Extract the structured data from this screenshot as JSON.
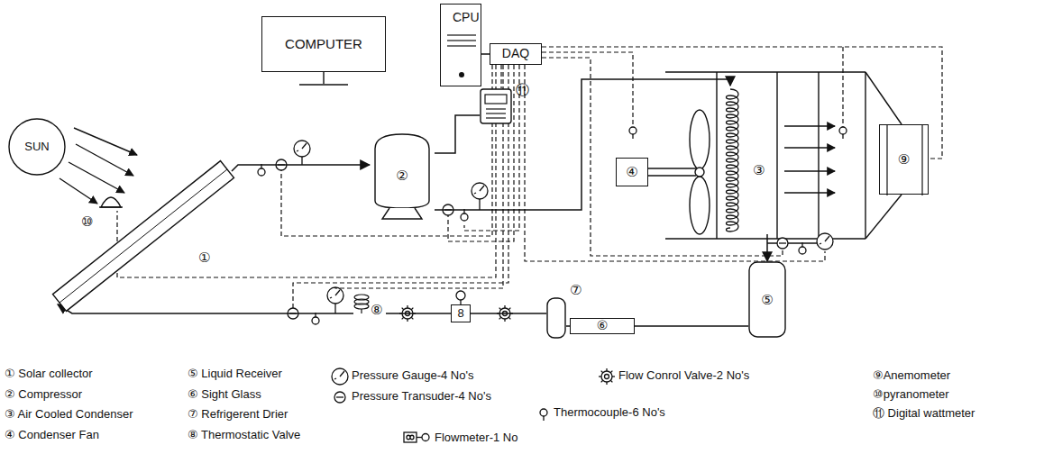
{
  "diagram": {
    "nodes": [
      {
        "text": [
          "SUN"
        ]
      },
      {
        "text": [
          "COMPUTER"
        ]
      },
      {
        "text": [
          "CPU"
        ]
      },
      {
        "text": [
          "DAQ"
        ]
      },
      {
        "text": [
          "①"
        ]
      },
      {
        "text": [
          "⑩"
        ]
      },
      {
        "text": [
          "②"
        ]
      },
      {
        "text": [
          "⑪"
        ]
      },
      {
        "text": [
          "③"
        ]
      },
      {
        "text": [
          "④"
        ]
      },
      {
        "text": [
          "⑨"
        ]
      },
      {
        "text": [
          "⑤"
        ]
      },
      {
        "text": [
          "⑥"
        ]
      },
      {
        "text": [
          "⑦"
        ]
      },
      {
        "text": [
          "8"
        ]
      },
      {
        "text": [
          "⑧"
        ]
      }
    ],
    "edges": [
      {
        "from": 4,
        "to": 6,
        "arrow": "to"
      },
      {
        "from": 6,
        "to": 8,
        "arrow": "to"
      },
      {
        "from": 8,
        "to": 11,
        "arrow": "to"
      },
      {
        "from": 11,
        "to": 12,
        "arrow": "none"
      },
      {
        "from": 12,
        "to": 13,
        "arrow": "none"
      },
      {
        "from": 13,
        "to": 14,
        "arrow": "none"
      },
      {
        "from": 14,
        "to": 15,
        "arrow": "none"
      },
      {
        "from": 15,
        "to": 4,
        "arrow": "to"
      },
      {
        "from": 3,
        "to": 2,
        "arrow": "none"
      },
      {
        "from": 7,
        "to": 6,
        "arrow": "none"
      }
    ],
    "labels": [
      "① Solar collector",
      "② Compressor",
      "③ Air Cooled Condenser",
      "④ Condenser Fan",
      "⑤ Liquid Receiver",
      "⑥ Sight Glass",
      "⑦ Refrigerent Drier",
      "⑧ Thermostatic Valve",
      "⑨Anemometer",
      "⑩pyranometer",
      "⑪ Digital wattmeter"
    ],
    "legend": [
      {
        "text": "Pressure Gauge-4 No's"
      },
      {
        "text": "Pressure Transuder-4 No's"
      },
      {
        "text": "Flow Conrol Valve-2 No's"
      },
      {
        "text": "Thermocouple-6 No's"
      },
      {
        "text": "Flowmeter-1 No"
      }
    ]
  }
}
